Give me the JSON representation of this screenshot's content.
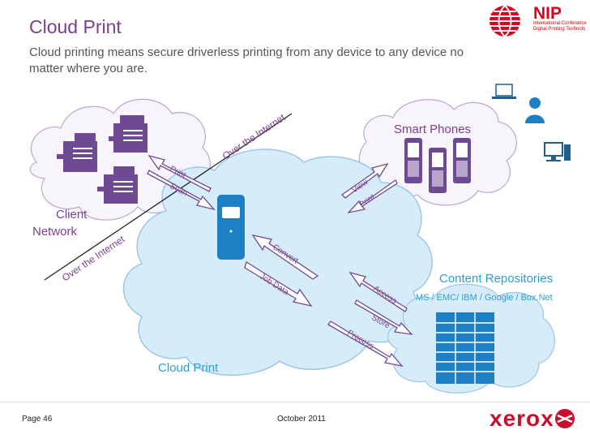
{
  "header": {
    "title": "Cloud Print",
    "subtitle": "Cloud printing means secure driverless printing from any device to any device no matter where you are."
  },
  "logo": {
    "name": "NIP",
    "line1": "International Conference",
    "line2": "Digital Printing Technolo"
  },
  "diagram": {
    "client_network_label": [
      "Client",
      "Network"
    ],
    "smart_phones_label": "Smart Phones",
    "content_repos_label": "Content Repositories",
    "content_repos_vendors": "MS / EMC/ IBM / Google / Box.Net",
    "cloud_label": "Cloud Print",
    "over_internet_upper": "Over the Internet",
    "over_internet_lower": "Over the Internet",
    "arrows": {
      "print_left": "Print",
      "scan": "Scan",
      "view": "View",
      "print_right": "Print",
      "convert": "Convert",
      "job_data": "Job Data",
      "access": "Access",
      "store": "Store",
      "process": "Process"
    }
  },
  "colors": {
    "title": "#7b3f8e",
    "device_purple": "#6e4a95",
    "cloud_blue_fill": "#d6ecf8",
    "cloud_blue_stroke": "#9cc7e8",
    "cloud_purple_fill": "#f7f4fb",
    "server_blue": "#1f7fc4",
    "repo_label": "#2a9fd6",
    "xerox_red": "#c8102e"
  },
  "footer": {
    "page": "Page 46",
    "date": "October 2011",
    "brand": "xerox"
  }
}
